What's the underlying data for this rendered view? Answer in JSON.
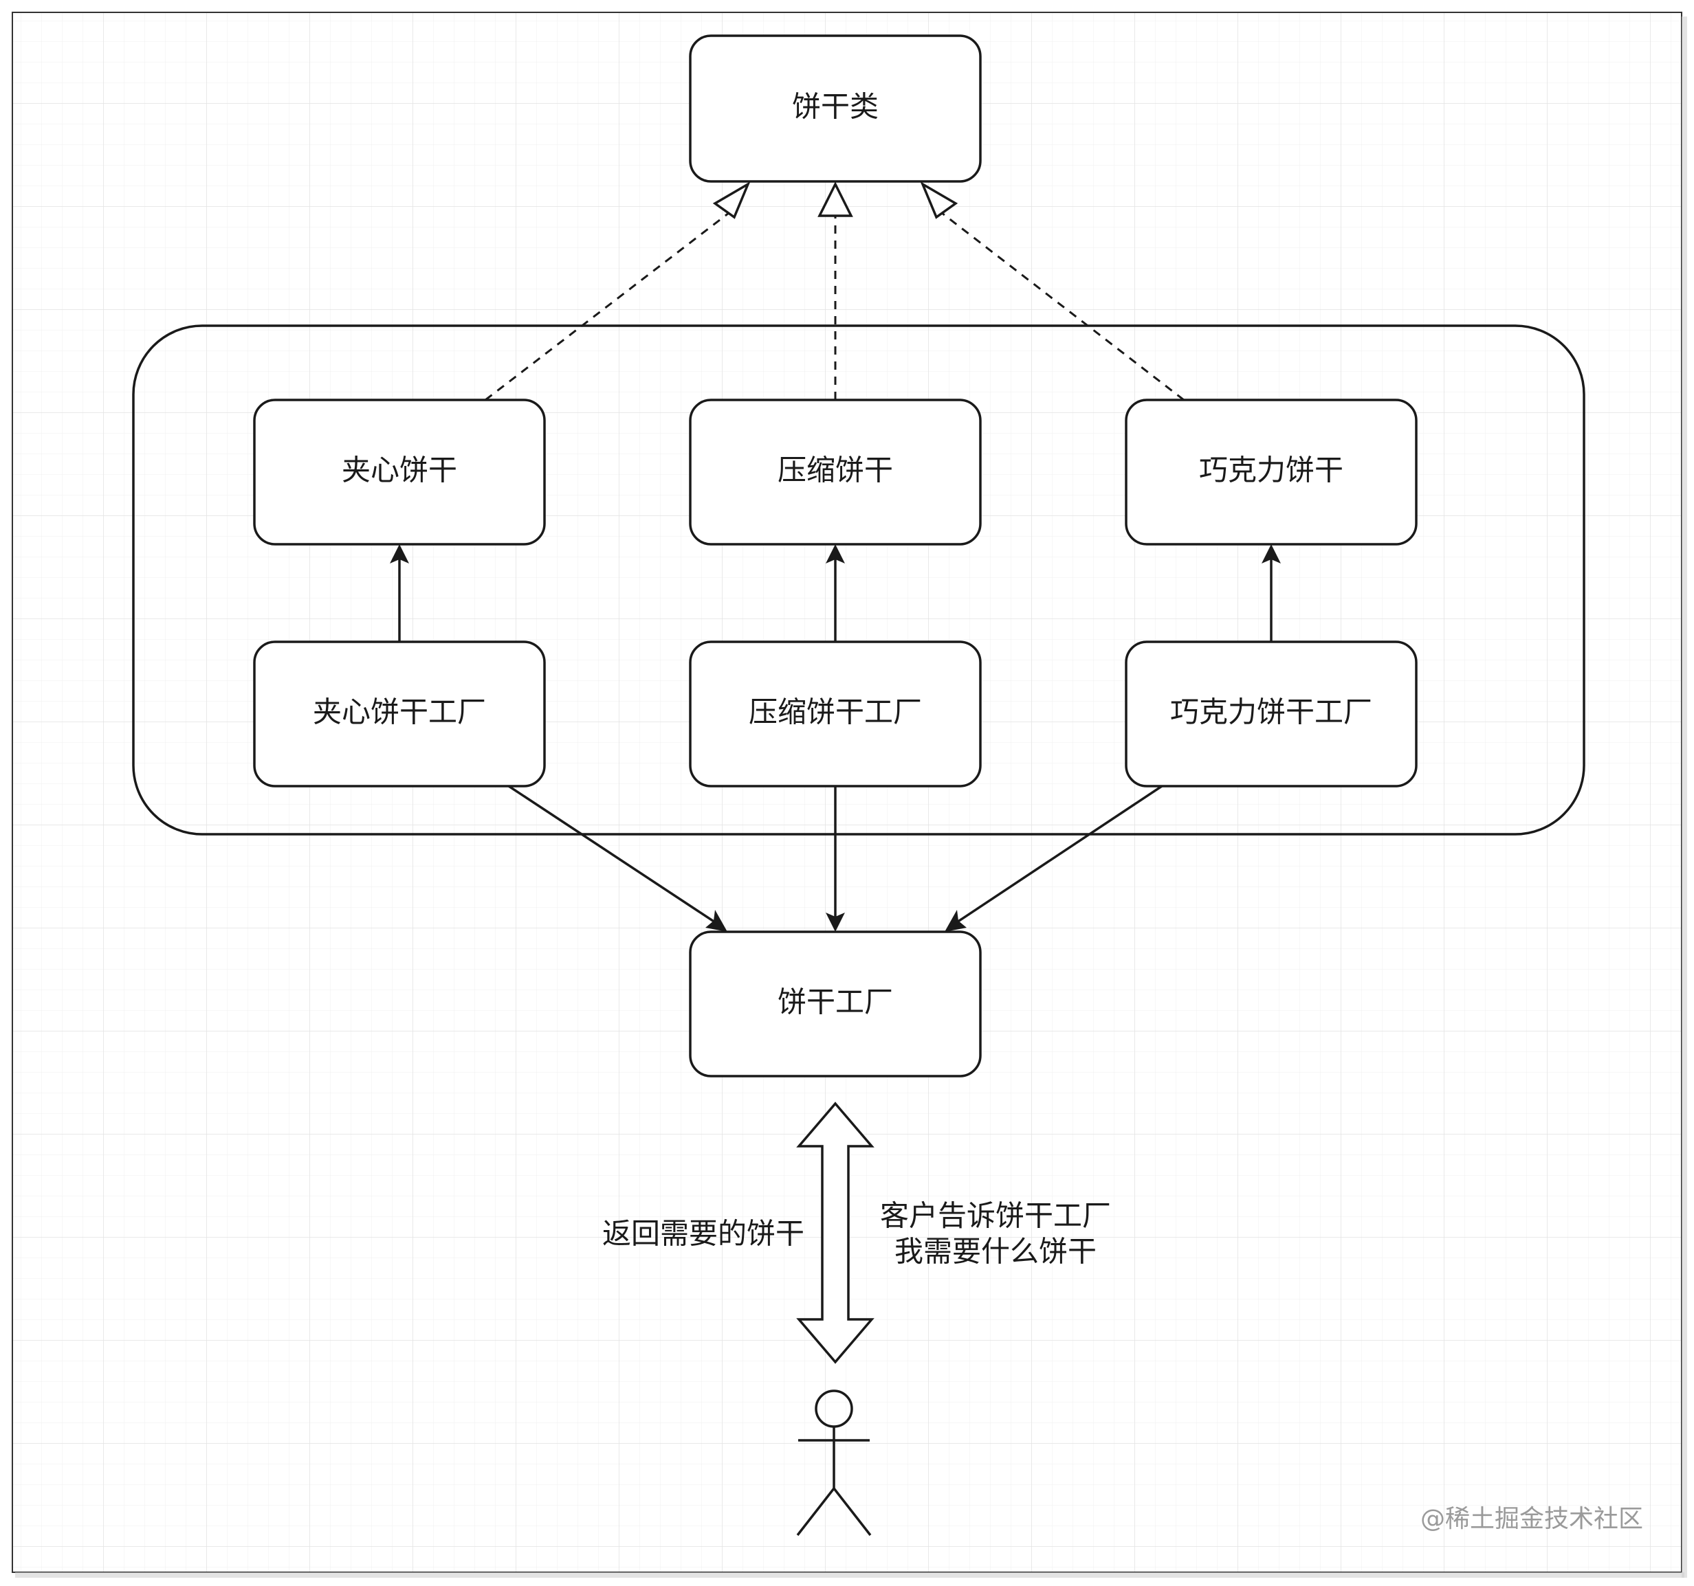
{
  "diagram": {
    "top_class": {
      "label": "饼干类"
    },
    "products": [
      {
        "id": "sandwich",
        "label": "夹心饼干"
      },
      {
        "id": "compressed",
        "label": "压缩饼干"
      },
      {
        "id": "chocolate",
        "label": "巧克力饼干"
      }
    ],
    "factories": [
      {
        "id": "sandwich-factory",
        "label": "夹心饼干工厂"
      },
      {
        "id": "compressed-factory",
        "label": "压缩饼干工厂"
      },
      {
        "id": "chocolate-factory",
        "label": "巧克力饼干工厂"
      }
    ],
    "main_factory": {
      "label": "饼干工厂"
    },
    "notes": {
      "return_label": "返回需要的饼干",
      "request_line1": "客户告诉饼干工厂",
      "request_line2": "我需要什么饼干"
    },
    "actor": {
      "icon": "person-icon"
    },
    "watermark": "@稀土掘金技术社区",
    "colors": {
      "stroke": "#1a1a1a",
      "grid": "#e6e6e6",
      "background": "#ffffff"
    }
  }
}
